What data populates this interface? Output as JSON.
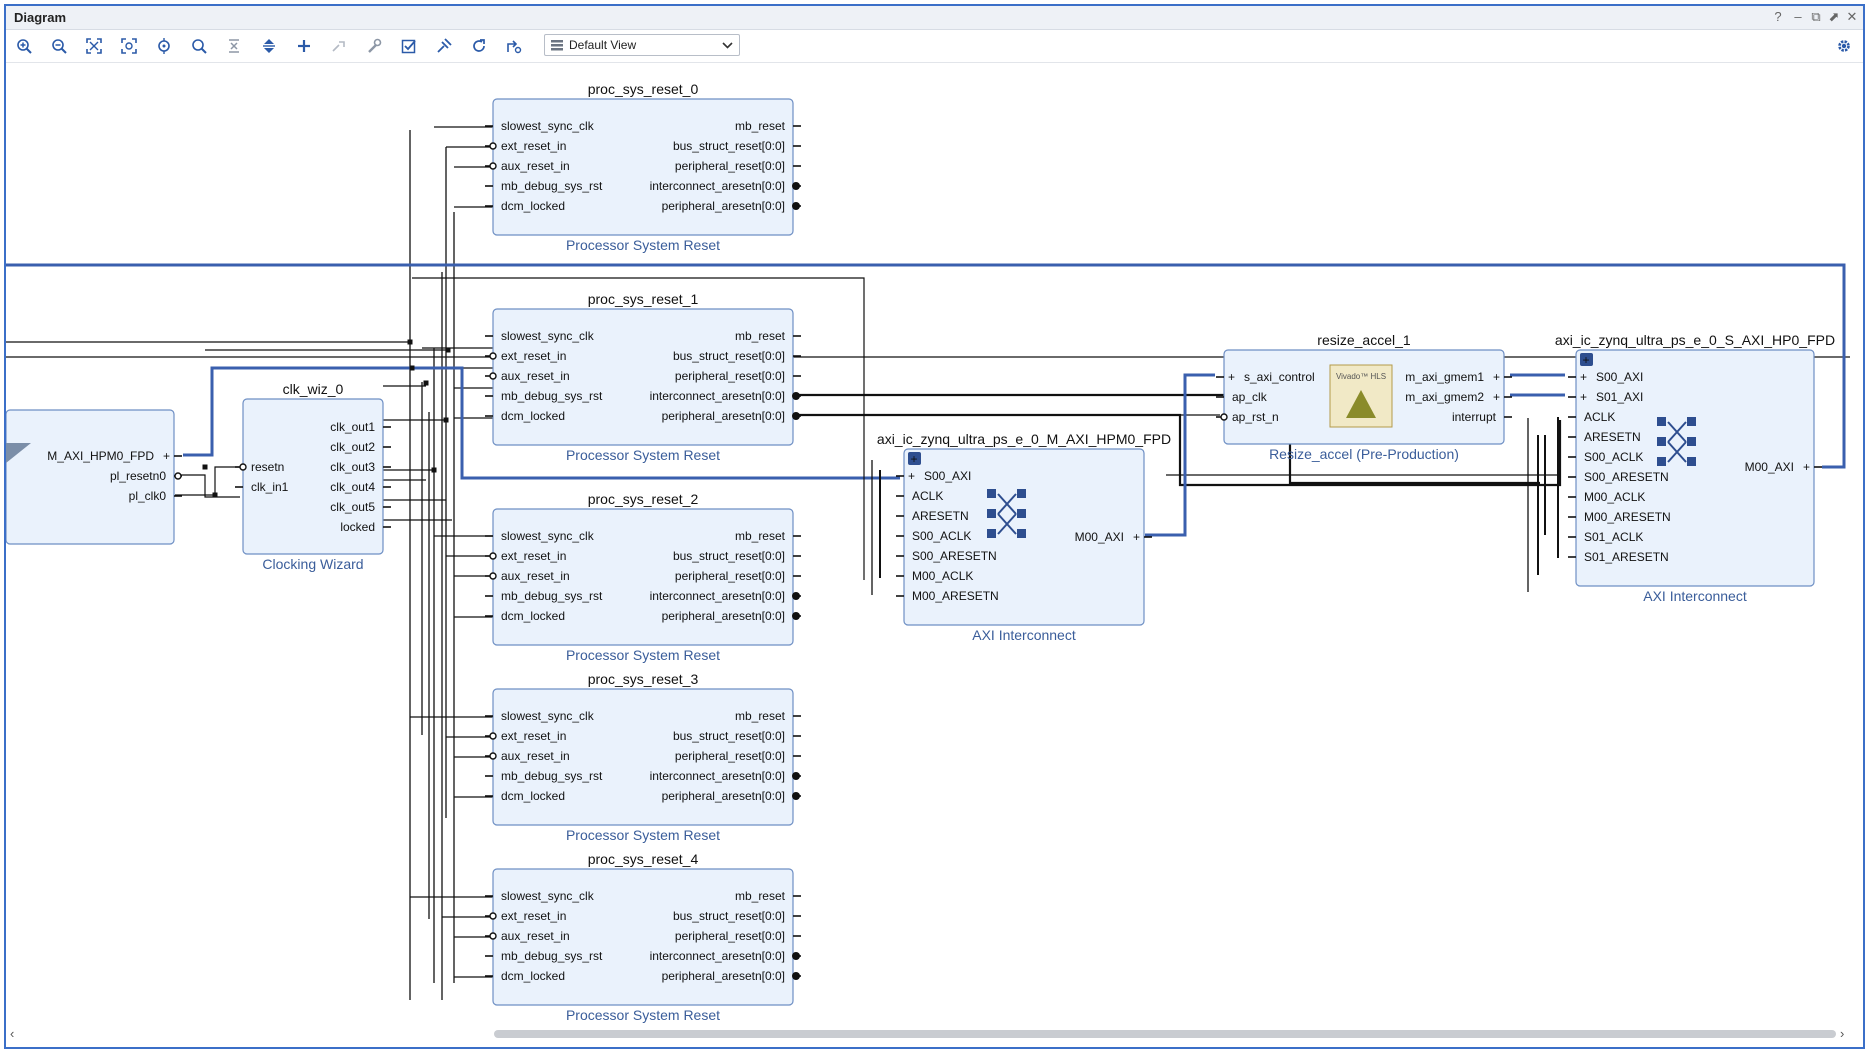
{
  "window": {
    "title": "Diagram",
    "controls": [
      "?",
      "–",
      "⧉",
      "⬈",
      "✕"
    ]
  },
  "toolbar": {
    "buttons": [
      "zoom-in",
      "zoom-out",
      "zoom-fit",
      "zoom-area",
      "auto-connect",
      "search",
      "collapse",
      "expand",
      "add-ip",
      "make-external",
      "customize",
      "validate",
      "run-automation",
      "regenerate-layout",
      "optimize-routing"
    ],
    "view_selector": "Default View"
  },
  "blocks": {
    "psr0": {
      "name": "proc_sys_reset_0",
      "type": "Processor System Reset"
    },
    "psr1": {
      "name": "proc_sys_reset_1",
      "type": "Processor System Reset"
    },
    "psr2": {
      "name": "proc_sys_reset_2",
      "type": "Processor System Reset"
    },
    "psr3": {
      "name": "proc_sys_reset_3",
      "type": "Processor System Reset"
    },
    "psr4": {
      "name": "proc_sys_reset_4",
      "type": "Processor System Reset"
    },
    "psr_left_pins": [
      "slowest_sync_clk",
      "ext_reset_in",
      "aux_reset_in",
      "mb_debug_sys_rst",
      "dcm_locked"
    ],
    "psr_right_pins": [
      "mb_reset",
      "bus_struct_reset[0:0]",
      "peripheral_reset[0:0]",
      "interconnect_aresetn[0:0]",
      "peripheral_aresetn[0:0]"
    ],
    "clk": {
      "name": "clk_wiz_0",
      "type": "Clocking Wizard",
      "left_pins": [
        "resetn",
        "clk_in1"
      ],
      "right_pins": [
        "clk_out1",
        "clk_out2",
        "clk_out3",
        "clk_out4",
        "clk_out5",
        "locked"
      ]
    },
    "zynq": {
      "pins": [
        "M_AXI_HPM0_FPD",
        "pl_resetn0",
        "pl_clk0"
      ]
    },
    "ic_mid": {
      "name": "axi_ic_zynq_ultra_ps_e_0_M_AXI_HPM0_FPD",
      "type": "AXI Interconnect",
      "left_pins": [
        "S00_AXI",
        "ACLK",
        "ARESETN",
        "S00_ACLK",
        "S00_ARESETN",
        "M00_ACLK",
        "M00_ARESETN"
      ],
      "right_pins": [
        "M00_AXI"
      ]
    },
    "resize": {
      "name": "resize_accel_1",
      "type": "Resize_accel (Pre-Production)",
      "left_pins": [
        "s_axi_control",
        "ap_clk",
        "ap_rst_n"
      ],
      "right_pins": [
        "m_axi_gmem1",
        "m_axi_gmem2",
        "interrupt"
      ],
      "logo": "Vivado™ HLS"
    },
    "ic_right": {
      "name": "axi_ic_zynq_ultra_ps_e_0_S_AXI_HP0_FPD",
      "type": "AXI Interconnect",
      "left_pins": [
        "S00_AXI",
        "S01_AXI",
        "ACLK",
        "ARESETN",
        "S00_ACLK",
        "S00_ARESETN",
        "M00_ACLK",
        "M00_ARESETN",
        "S01_ACLK",
        "S01_ARESETN"
      ],
      "right_pins": [
        "M00_AXI"
      ]
    }
  },
  "colors": {
    "block_fill": "#eaf2fc",
    "block_border": "#6e8fc4",
    "bus": "#3a5fae",
    "wire": "#111111",
    "accent": "#3b6fc8"
  }
}
